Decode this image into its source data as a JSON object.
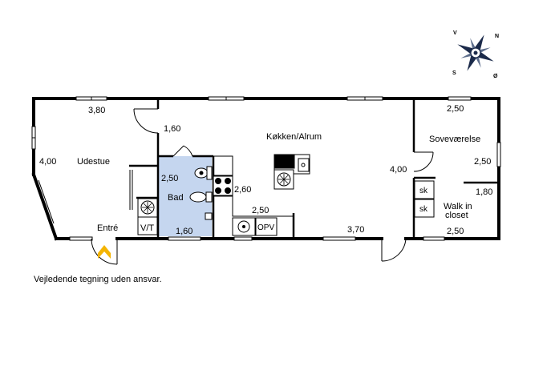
{
  "compass": {
    "north": "N",
    "west": "V",
    "south": "S",
    "east": "Ø"
  },
  "rooms": {
    "udestue": {
      "name": "Udestue",
      "width": "3,80",
      "depth": "4,00"
    },
    "entre": {
      "name": "Entré"
    },
    "vt": {
      "name": "V/T"
    },
    "bad": {
      "name": "Bad",
      "width": "1,60",
      "depth": "2,50"
    },
    "hall": {
      "width": "1,60"
    },
    "kitchen": {
      "name": "Køkken/Alrum",
      "counter_depth": "2,60",
      "counter_width": "2,50",
      "bottom_width": "3,70",
      "depth": "4,00"
    },
    "opv": {
      "name": "OPV"
    },
    "bedroom": {
      "name": "Soveværelse",
      "width": "2,50",
      "depth": "2,50"
    },
    "closet": {
      "name_line1": "Walk in",
      "name_line2": "closet",
      "width": "2,50",
      "depth": "1,80"
    },
    "sk": [
      "sk",
      "sk"
    ]
  },
  "disclaimer": "Vejledende tegning uden ansvar.",
  "colors": {
    "wall": "#000000",
    "bathroom_fill": "#c5d6ef",
    "window": "#ffffff"
  }
}
